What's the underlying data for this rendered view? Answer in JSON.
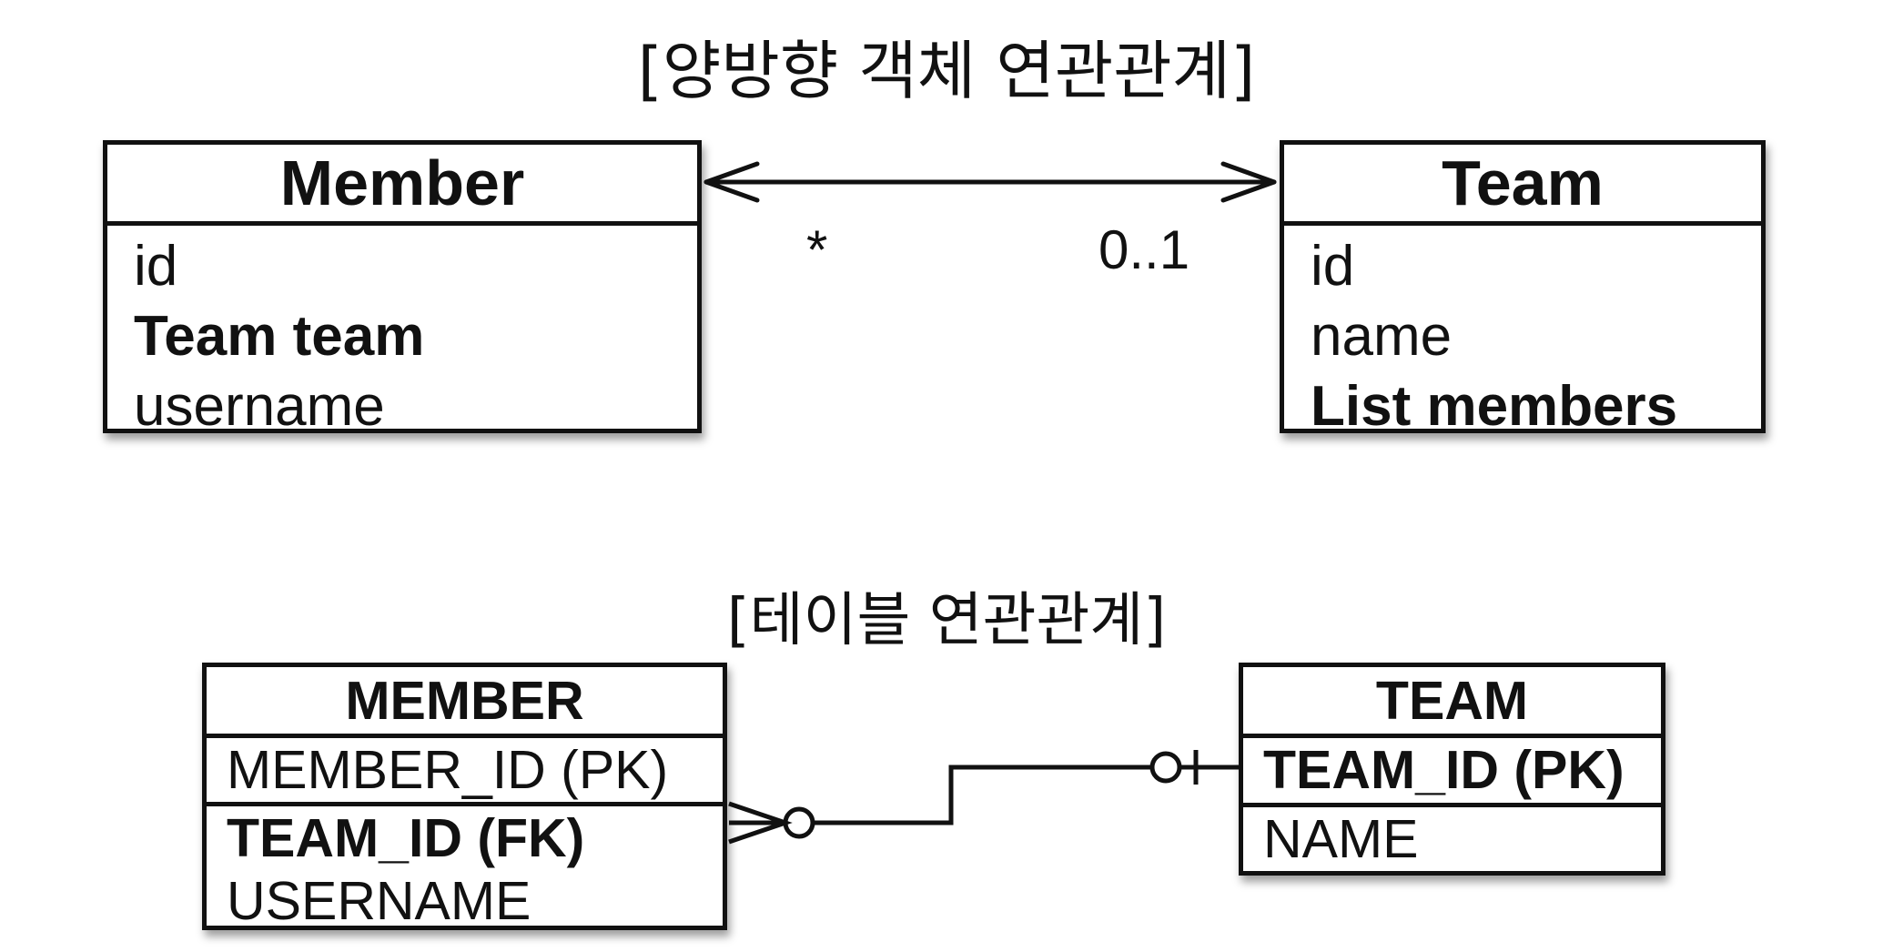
{
  "object_diagram": {
    "title": "[양방향 객체 연관관계]",
    "member": {
      "name": "Member",
      "fields": [
        {
          "text": "id",
          "bold": false
        },
        {
          "text": "Team team",
          "bold": true
        },
        {
          "text": "username",
          "bold": false
        }
      ]
    },
    "team": {
      "name": "Team",
      "fields": [
        {
          "text": "id",
          "bold": false
        },
        {
          "text": "name",
          "bold": false
        },
        {
          "text": "List members",
          "bold": true
        }
      ]
    },
    "association": {
      "member_multiplicity": "*",
      "team_multiplicity": "0..1",
      "navigability": "bidirectional"
    }
  },
  "table_diagram": {
    "title": "[테이블 연관관계]",
    "member_table": {
      "name": "MEMBER",
      "pk": "MEMBER_ID (PK)",
      "fk": "TEAM_ID (FK)",
      "columns": [
        "USERNAME"
      ]
    },
    "team_table": {
      "name": "TEAM",
      "pk": "TEAM_ID (PK)",
      "columns": [
        "NAME"
      ]
    },
    "relationship": {
      "member_side": "zero-or-many",
      "team_side": "zero-or-one"
    }
  }
}
